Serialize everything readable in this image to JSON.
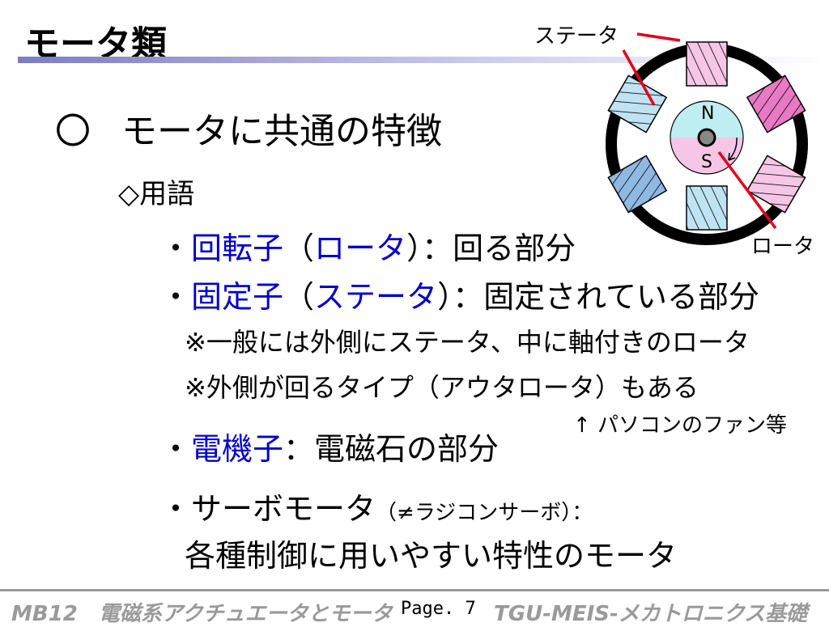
{
  "slide": {
    "title": "モータ類",
    "heading_marker": "〇",
    "heading": "モータに共通の特徴",
    "terms_label": "◇用語"
  },
  "items": {
    "rotor": {
      "bullet": "・",
      "term": "回転子",
      "paren_open": "（",
      "reading": "ロータ",
      "paren_close": "）",
      "sep": "：",
      "desc": "回る部分"
    },
    "stator": {
      "bullet": "・",
      "term": "固定子",
      "paren_open": "（",
      "reading": "ステータ",
      "paren_close": "）",
      "sep": "：",
      "desc": "固定されている部分"
    },
    "note1": "※一般には外側にステータ、中に軸付きのロータ",
    "note2": "※外側が回るタイプ（アウタロータ）もある",
    "note3": "↑ パソコンのファン等",
    "armature": {
      "bullet": "・",
      "term": "電機子",
      "sep": "：",
      "desc": "電磁石の部分"
    },
    "servo": {
      "bullet": "・",
      "term": "サーボモータ",
      "aside": "（≠ラジコンサーボ）：",
      "desc": "各種制御に用いやすい特性のモータ"
    }
  },
  "diagram": {
    "label_stator": "ステータ",
    "label_rotor": "ロータ",
    "pole_n": "N",
    "pole_s": "S",
    "colors": {
      "pink": "#f6c6e6",
      "blue": "#bfe3f2",
      "magenta": "#e879c4",
      "steel": "#8fb8e3",
      "red": "#e0001b",
      "ring": "#000000"
    }
  },
  "footer": {
    "left": "MB12　電磁系アクチュエータとモータ",
    "page": "Page. 7",
    "right": "TGU-MEIS-メカトロニクス基礎"
  },
  "colors": {
    "accent": "#0000cc",
    "rule_gradient_start": "#7c7cc4"
  }
}
